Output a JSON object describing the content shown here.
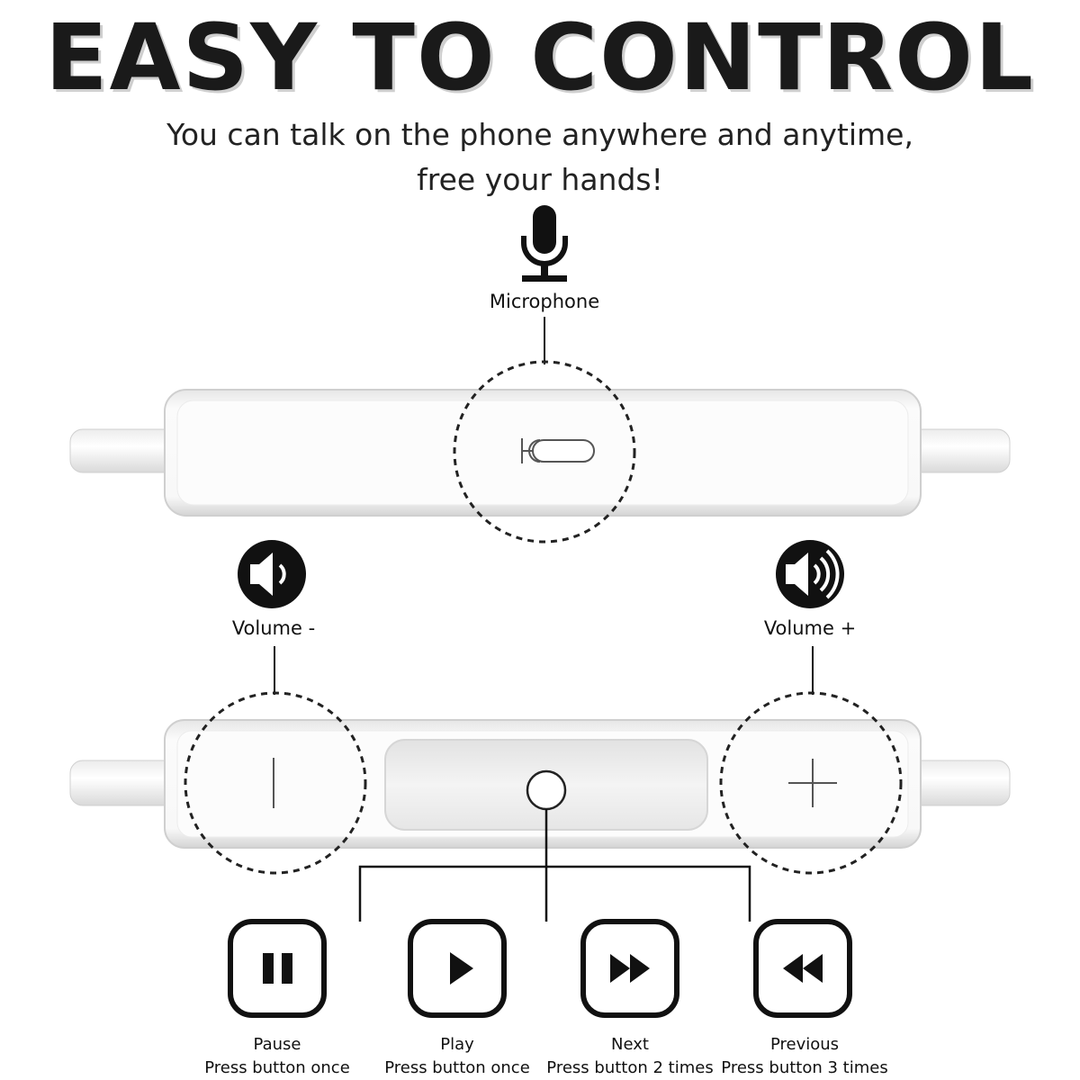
{
  "header": {
    "title": "EASY TO CONTROL",
    "subtitle_line1": "You can talk on the phone anywhere and anytime,",
    "subtitle_line2": "free your hands!"
  },
  "microphone": {
    "label": "Microphone",
    "icon": "microphone-icon"
  },
  "volume_down": {
    "label": "Volume -",
    "icon": "speaker-low-icon"
  },
  "volume_up": {
    "label": "Volume +",
    "icon": "speaker-high-icon"
  },
  "controls": [
    {
      "title": "Pause",
      "desc": "Press button once",
      "icon": "pause-icon"
    },
    {
      "title": "Play",
      "desc": "Press button once",
      "icon": "play-icon"
    },
    {
      "title": "Next",
      "desc": "Press button 2 times",
      "icon": "fast-forward-icon"
    },
    {
      "title": "Previous",
      "desc": "Press button 3 times",
      "icon": "rewind-icon"
    }
  ]
}
